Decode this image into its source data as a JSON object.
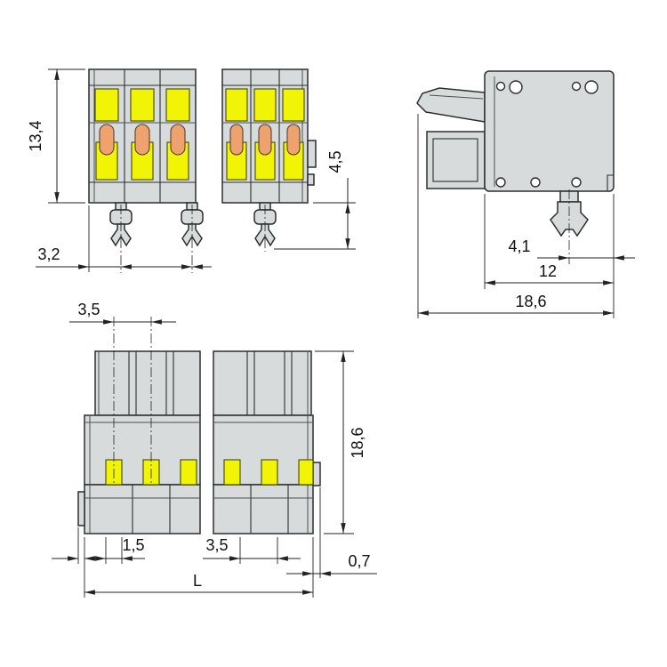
{
  "drawing": {
    "title": "connector-dimension-drawing",
    "views": {
      "front": {
        "dims": {
          "height": "13,4",
          "pin_offset": "3,2",
          "pin_length": "4,5"
        }
      },
      "side": {
        "dims": {
          "foot_offset": "4,1",
          "body_depth": "12",
          "total_depth": "18,6"
        }
      },
      "bottom": {
        "dims": {
          "pitch_top": "3,5",
          "height": "18,6",
          "slot_width": "1,5",
          "pitch": "3,5",
          "wall": "0,7",
          "length": "L"
        }
      }
    },
    "colors": {
      "housing": "#d7dbdc",
      "lever": "#f2f405",
      "contact": "#efa26e",
      "line": "#222222",
      "background": "#ffffff"
    }
  }
}
